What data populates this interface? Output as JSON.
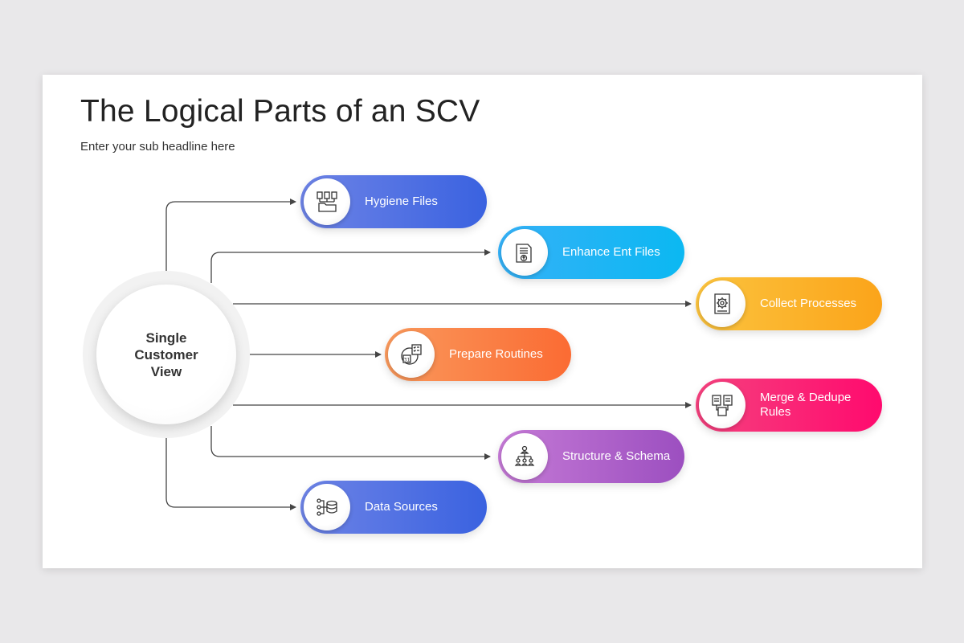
{
  "slide": {
    "title": "The Logical Parts of an SCV",
    "subtitle": "Enter your sub headline here"
  },
  "hub": {
    "label": "Single Customer View"
  },
  "items": [
    {
      "label": "Hygiene Files",
      "icon": "files-folder-icon",
      "color": "#3a62e0"
    },
    {
      "label": "Enhance Ent Files",
      "icon": "document-upload-icon",
      "color": "#0bb8f2"
    },
    {
      "label": "Collect Processes",
      "icon": "gear-document-icon",
      "color": "#fba41a"
    },
    {
      "label": "Prepare Routines",
      "icon": "calendar-checklist-icon",
      "color": "#fb6b33"
    },
    {
      "label": "Merge & Dedupe Rules",
      "icon": "merge-documents-icon",
      "color": "#ff0a6e"
    },
    {
      "label": "Structure & Schema",
      "icon": "hierarchy-icon",
      "color": "#9c4fc0"
    },
    {
      "label": "Data Sources",
      "icon": "database-network-icon",
      "color": "#3a62e0"
    }
  ]
}
